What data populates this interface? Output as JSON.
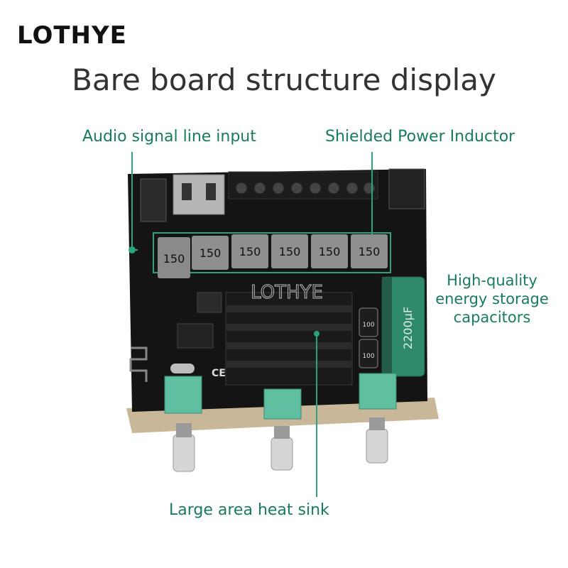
{
  "brand": "LOTHYE",
  "title": "Bare board structure display",
  "labels": {
    "audio_input": "Audio signal line input",
    "inductor": "Shielded Power Inductor",
    "capacitor_line1": "High-quality",
    "capacitor_line2": "energy storage",
    "capacitor_line3": "capacitors",
    "heat_sink": "Large area heat sink"
  },
  "board_markings": {
    "inductor_value": "150",
    "watermark": "LOTHYE",
    "capacitor_value": "2200µF",
    "small_cap_value": "100",
    "ce_mark": "CE"
  },
  "colors": {
    "label_green": "#1a7a60",
    "annotation_line": "#2aa37f",
    "board": "#141414",
    "inductor": "#8a8a8a",
    "capacitor": "#2f8a6a",
    "potentiometer": "#5fbfa0"
  }
}
